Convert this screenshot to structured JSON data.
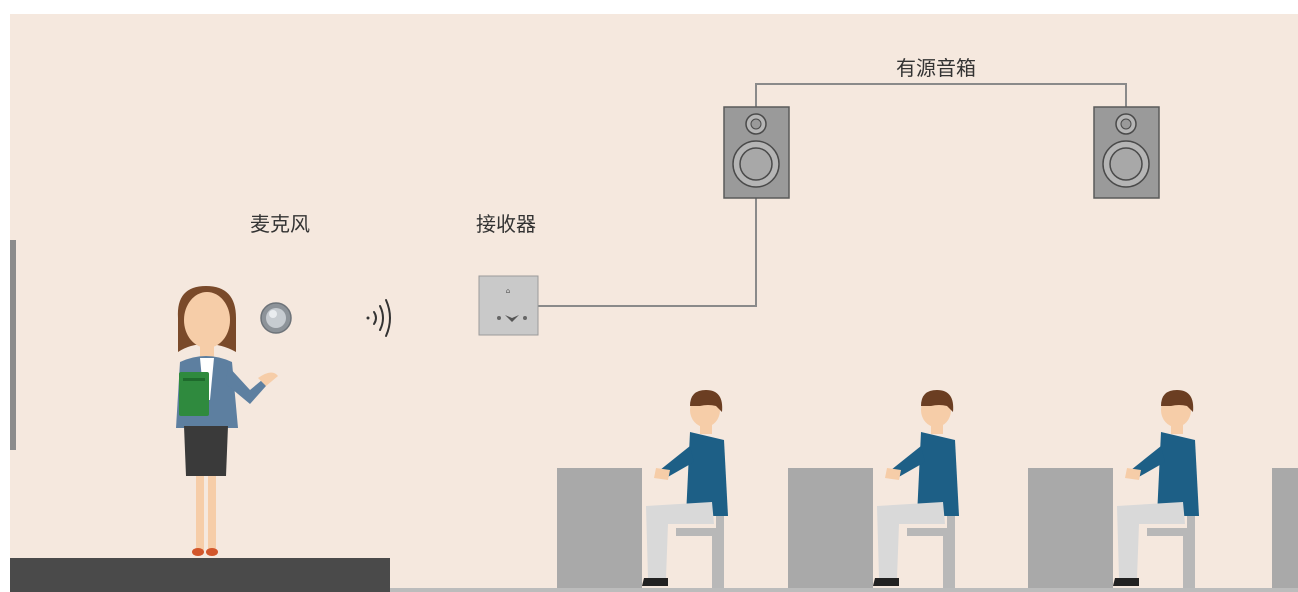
{
  "labels": {
    "speakers": "有源音箱",
    "microphone": "麦克风",
    "receiver": "接收器"
  },
  "colors": {
    "background": "#f5e8de",
    "stage": "#4a4a4a",
    "desk": "#a9a9a9",
    "wall_strip": "#8c8c8c",
    "device_body": "#9a9a9a",
    "cable": "#8a8a8a",
    "student_shirt": "#1d5f86",
    "student_pants": "#d9d9d9",
    "teacher_jacket": "#5d7fa0",
    "teacher_skirt": "#3a3a3a",
    "book": "#2f8a3e"
  },
  "icons": [
    "microphone-icon",
    "wireless-signal-icon",
    "receiver-icon",
    "speaker-icon"
  ]
}
